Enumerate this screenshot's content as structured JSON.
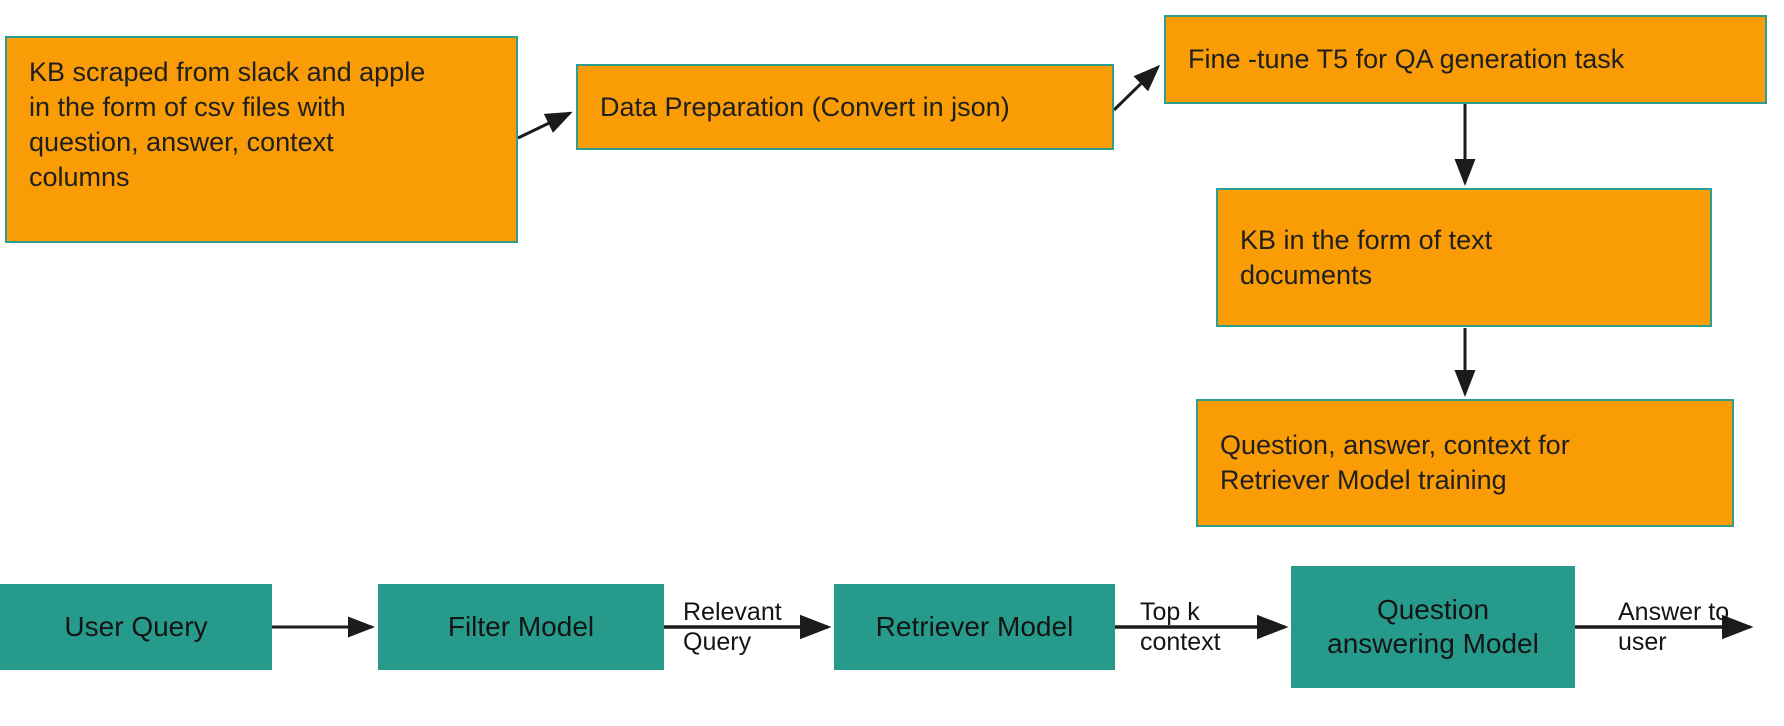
{
  "colors": {
    "box_orange_fill": "#F99C05",
    "box_orange_border": "#2E9E8E",
    "box_teal_fill": "#269B8B",
    "arrow_color": "#1b1b1b",
    "text_color": "#1f1f1f"
  },
  "pipeline_top": {
    "kb_csv": "KB scraped from slack and apple\nin the form of csv files with\nquestion, answer, context\ncolumns",
    "data_preparation": "Data Preparation (Convert in json)",
    "fine_tune": "Fine -tune T5 for QA generation task",
    "kb_text_documents": "KB in the form of text\ndocuments",
    "qac_for_training": "Question, answer, context for\nRetriever Model training"
  },
  "pipeline_bottom": {
    "user_query": "User Query",
    "filter_model": "Filter Model",
    "retriever_model": "Retriever Model",
    "qa_model": "Question\nanswering Model",
    "labels": {
      "relevant_query": "Relevant\nQuery",
      "top_k_context": "Top k\ncontext",
      "answer_to_user": "Answer to\nuser"
    }
  }
}
